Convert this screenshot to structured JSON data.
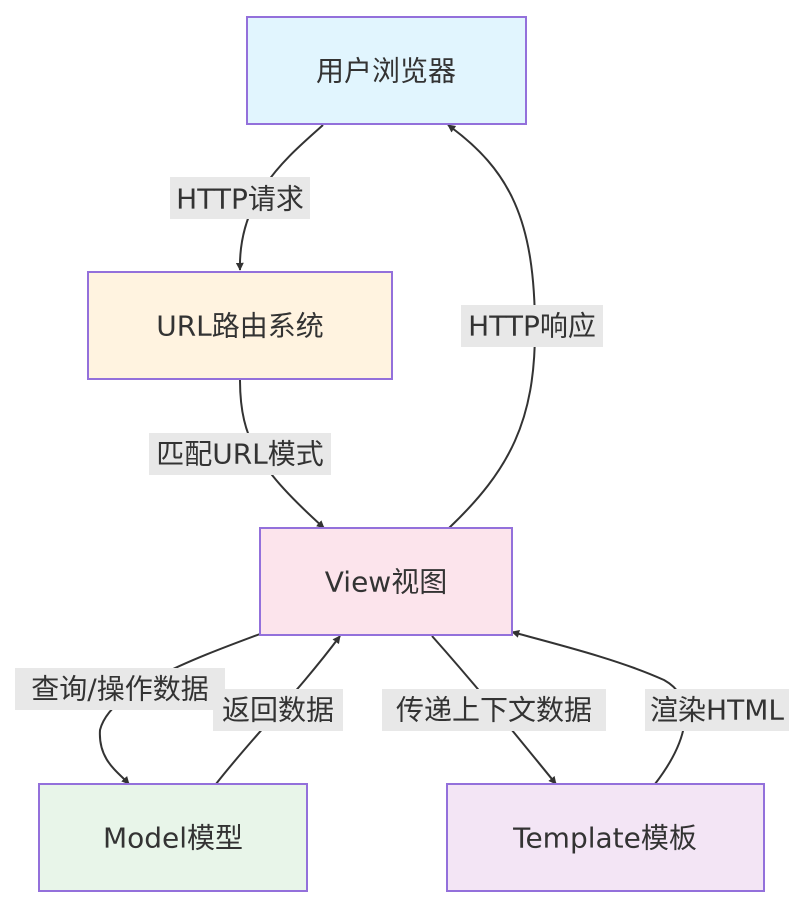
{
  "nodes": {
    "browser": {
      "label": "用户浏览器",
      "fill": "#e1f5fe",
      "stroke": "#9370db"
    },
    "url": {
      "label": "URL路由系统",
      "fill": "#fff3e0",
      "stroke": "#9370db"
    },
    "view": {
      "label": "View视图",
      "fill": "#fce4ec",
      "stroke": "#9370db"
    },
    "model": {
      "label": "Model模型",
      "fill": "#e8f5e9",
      "stroke": "#9370db"
    },
    "template": {
      "label": "Template模板",
      "fill": "#f3e5f5",
      "stroke": "#9370db"
    }
  },
  "edges": {
    "request": {
      "label": "HTTP请求"
    },
    "match": {
      "label": "匹配URL模式"
    },
    "response": {
      "label": "HTTP响应"
    },
    "query": {
      "label": "查询/操作数据"
    },
    "return": {
      "label": "返回数据"
    },
    "context": {
      "label": "传递上下文数据"
    },
    "render": {
      "label": "渲染HTML"
    }
  },
  "colors": {
    "line": "#333333",
    "label_bg": "#e8e8e8"
  }
}
